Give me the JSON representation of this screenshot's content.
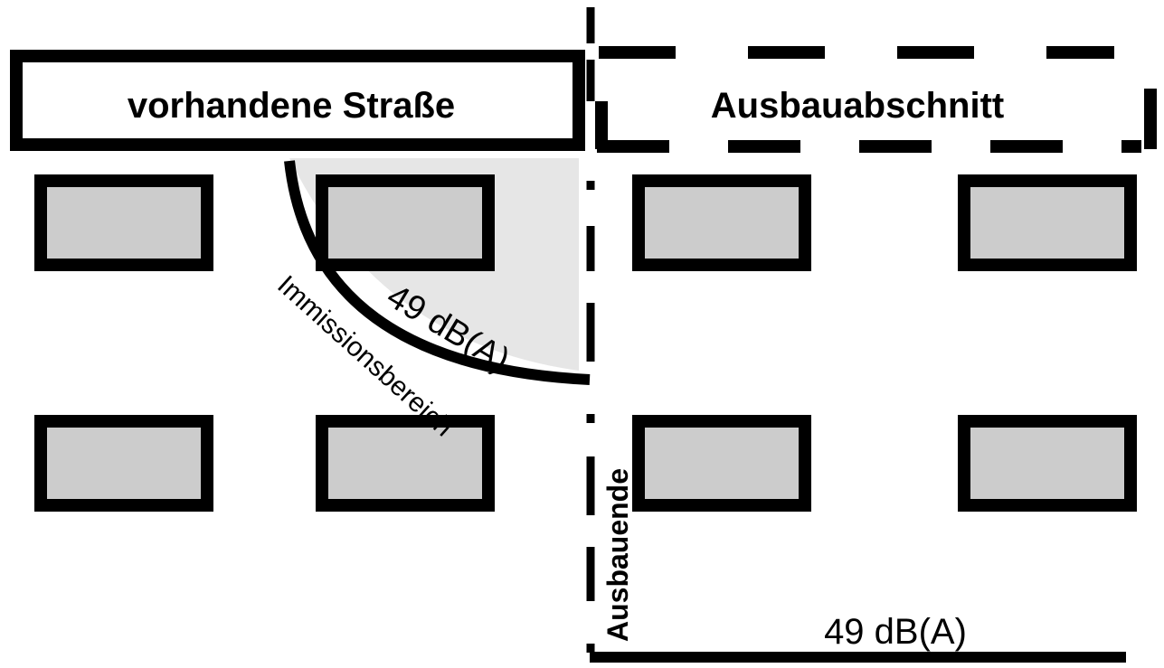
{
  "labels": {
    "existing_road": "vorhandene Straße",
    "extension_section": "Ausbauabschnitt",
    "level_quarter_circle": "49 dB(A)",
    "immission_range": "Immissionsbereich",
    "extension_end": "Ausbauende",
    "level_line": "49 dB(A)"
  },
  "colors": {
    "stroke": "#000000",
    "building_fill": "#cccccc",
    "zone_fill": "#e6e6e6",
    "background": "#ffffff"
  }
}
